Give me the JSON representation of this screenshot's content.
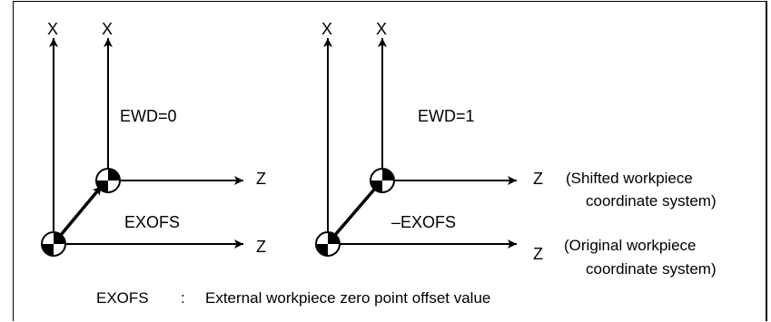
{
  "left_diagram": {
    "axis_x_original": "X",
    "axis_x_shifted": "X",
    "mode_label": "EWD=0",
    "offset_label": "EXOFS",
    "axis_z_shifted": "Z",
    "axis_z_original": "Z"
  },
  "right_diagram": {
    "axis_x_original": "X",
    "axis_x_shifted": "X",
    "mode_label": "EWD=1",
    "offset_label": "–EXOFS",
    "axis_z_shifted": "Z",
    "axis_z_original": "Z"
  },
  "notes": {
    "shifted_line1": "(Shifted workpiece",
    "shifted_line2": "coordinate system)",
    "original_line1": "(Original workpiece",
    "original_line2": "coordinate system)"
  },
  "legend": {
    "term": "EXOFS",
    "separator": ":",
    "definition": "External workpiece zero point offset value"
  }
}
